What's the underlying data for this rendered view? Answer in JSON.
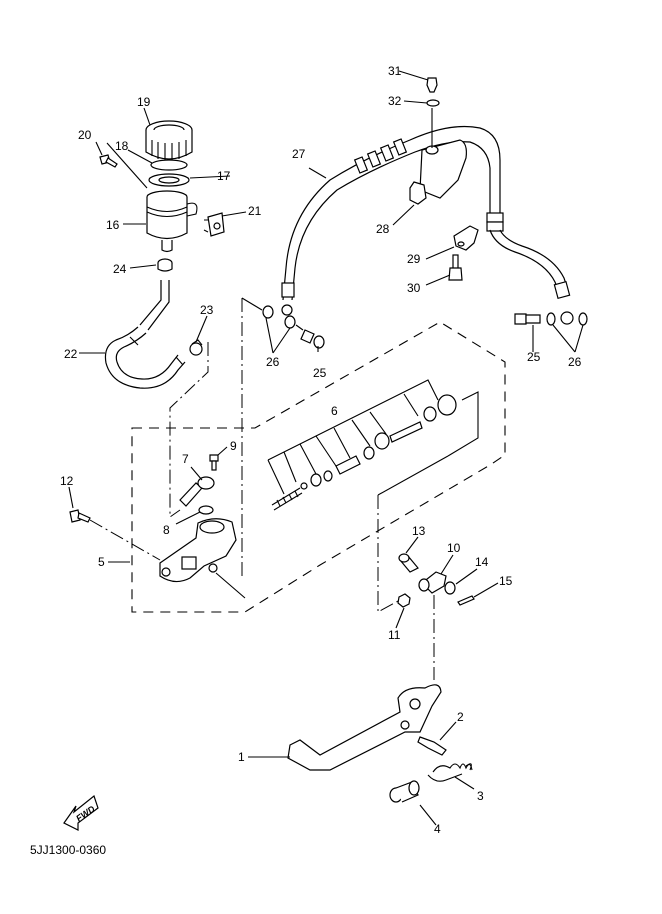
{
  "diagram": {
    "title_code": "5JJ1300-0360",
    "direction_badge": "FWD",
    "callouts": [
      {
        "id": "1",
        "label": "1"
      },
      {
        "id": "2",
        "label": "2"
      },
      {
        "id": "3",
        "label": "3"
      },
      {
        "id": "4",
        "label": "4"
      },
      {
        "id": "5",
        "label": "5"
      },
      {
        "id": "6",
        "label": "6"
      },
      {
        "id": "7",
        "label": "7"
      },
      {
        "id": "8",
        "label": "8"
      },
      {
        "id": "9",
        "label": "9"
      },
      {
        "id": "10",
        "label": "10"
      },
      {
        "id": "11",
        "label": "11"
      },
      {
        "id": "12",
        "label": "12"
      },
      {
        "id": "13",
        "label": "13"
      },
      {
        "id": "14",
        "label": "14"
      },
      {
        "id": "15",
        "label": "15"
      },
      {
        "id": "16",
        "label": "16"
      },
      {
        "id": "17",
        "label": "17"
      },
      {
        "id": "18",
        "label": "18"
      },
      {
        "id": "19",
        "label": "19"
      },
      {
        "id": "20",
        "label": "20"
      },
      {
        "id": "21",
        "label": "21"
      },
      {
        "id": "22",
        "label": "22"
      },
      {
        "id": "23",
        "label": "23"
      },
      {
        "id": "24",
        "label": "24"
      },
      {
        "id": "25a",
        "label": "25"
      },
      {
        "id": "25b",
        "label": "25"
      },
      {
        "id": "26a",
        "label": "26"
      },
      {
        "id": "26b",
        "label": "26"
      },
      {
        "id": "27",
        "label": "27"
      },
      {
        "id": "28",
        "label": "28"
      },
      {
        "id": "29",
        "label": "29"
      },
      {
        "id": "30",
        "label": "30"
      },
      {
        "id": "31",
        "label": "31"
      },
      {
        "id": "32",
        "label": "32"
      }
    ]
  }
}
